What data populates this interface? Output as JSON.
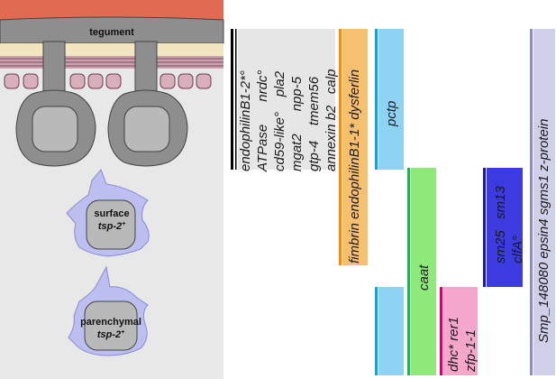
{
  "schematic": {
    "tegument_label": "tegument",
    "cells": [
      {
        "name": "surface",
        "marker": "tsp-2",
        "marker_sup": "+"
      },
      {
        "name": "parenchymal",
        "marker": "tsp-2",
        "marker_sup": "+"
      }
    ]
  },
  "gene_groups": {
    "group1": {
      "rows": [
        "endophilinB1-2*°",
        "ATPase      nrdc°",
        "cd59-like°    pla2",
        "mgat2      npp-5",
        "gtp-4    tmem56",
        "annexin b2   calp"
      ],
      "colors": [
        "#000000"
      ]
    },
    "group2": {
      "label": "fimbrin endophilinB1-1* dysferlin",
      "colors": [
        "#f7c06f",
        "#ef8c14"
      ]
    },
    "group3": {
      "label": "pctp",
      "colors": [
        "#8fd3f4",
        "#1e9fd8"
      ]
    },
    "group4": {
      "label": "caat",
      "colors": [
        "#8ee87a",
        "#22b14c"
      ]
    },
    "group5": {
      "label": "dhc* rer1\nzfp-1-1",
      "colors": [
        "#f4a7cb",
        "#d6006e"
      ]
    },
    "group6": {
      "label": "sm25   sm13\nclfA°",
      "colors": [
        "#3333dd",
        "#1a1aa8"
      ]
    },
    "group7": {
      "label": "Smp_148080 epsin4 sgms1 z-protein",
      "colors": [
        "#cfcfe8",
        "#8f8fc2"
      ]
    }
  },
  "colors": {
    "background_panel": "#e8e8e8",
    "tegument_red": "#e06b52",
    "gray_syncytium": "#8e8e8e",
    "cell_blob": "#bdbff0",
    "cell_body": "#b9b9b9",
    "muscle": "#b8869a"
  }
}
